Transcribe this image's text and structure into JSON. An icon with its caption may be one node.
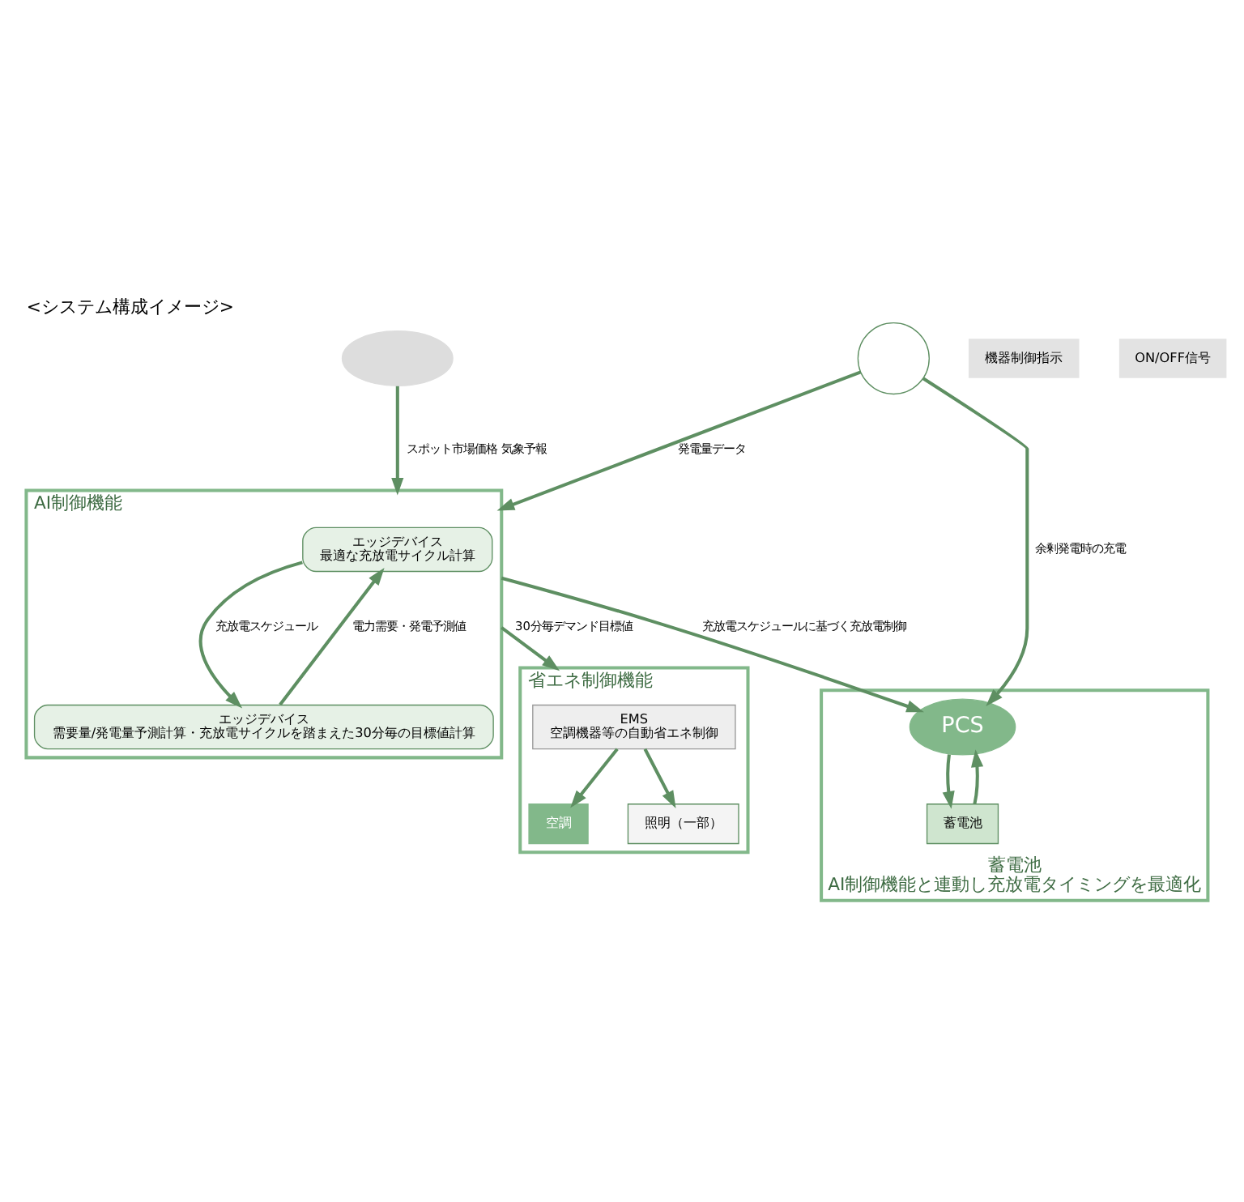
{
  "diagram": {
    "title": "<システム構成イメージ>",
    "nodes": [
      {
        "text": [],
        "shape": "cloud"
      },
      {
        "text": [
          "AI制御機能"
        ]
      },
      {
        "text": [
          "エッジデバイス",
          "最適な充放電サイクル計算"
        ],
        "in": 1
      },
      {
        "text": [
          "エッジデバイス",
          "需要量/発電量予測計算・充放電サイクルを踏まえた30分毎の目標値計算"
        ],
        "in": 1
      },
      {
        "text": [
          "省エネ制御機能"
        ]
      },
      {
        "text": [
          "EMS",
          "空調機器等の自動省エネ制御"
        ],
        "in": 4
      },
      {
        "text": [
          "空調"
        ],
        "in": 4
      },
      {
        "text": [
          "照明（一部）"
        ],
        "in": 4
      },
      {
        "text": [
          "蓄電池",
          "AI制御機能と連動し充放電タイミングを最適化"
        ]
      },
      {
        "text": [
          "PCS"
        ],
        "in": 8
      },
      {
        "text": [
          "蓄電池"
        ],
        "in": 8
      },
      {
        "text": [],
        "shape": "circle"
      }
    ],
    "edges": [
      {
        "from": 0,
        "to": 1,
        "arrow": "to",
        "label": "スポット市場価格 気象予報"
      },
      {
        "from": 3,
        "to": 2,
        "arrow": "to",
        "label": "電力需要・発電予測値"
      },
      {
        "from": 2,
        "to": 3,
        "arrow": "to",
        "label": "充放電スケジュール"
      },
      {
        "from": 1,
        "to": 4,
        "arrow": "to",
        "label": "30分毎デマンド目標値"
      },
      {
        "from": 11,
        "to": 1,
        "arrow": "to",
        "label": "発電量データ"
      },
      {
        "from": 11,
        "to": 9,
        "arrow": "to",
        "label": "余剰発電時の充電"
      },
      {
        "from": 1,
        "to": 9,
        "arrow": "to",
        "label": "充放電スケジュールに基づく充放電制御"
      },
      {
        "from": 5,
        "to": 6,
        "arrow": "to"
      },
      {
        "from": 5,
        "to": 7,
        "arrow": "to"
      },
      {
        "from": 10,
        "to": 9,
        "arrow": "to"
      },
      {
        "from": 9,
        "to": 10,
        "arrow": "to"
      }
    ],
    "labels": [
      "機器制御指示",
      "ON/OFF信号"
    ]
  }
}
